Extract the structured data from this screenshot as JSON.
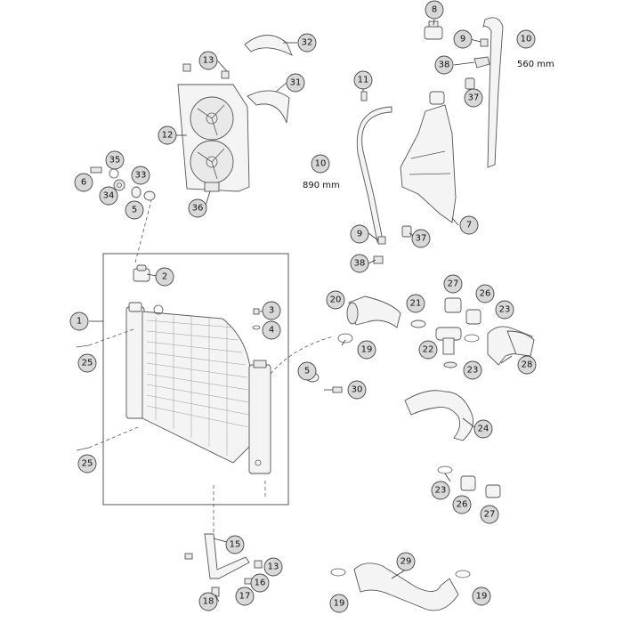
{
  "diagram": {
    "callouts": {
      "c1": "1",
      "c2": "2",
      "c3": "3",
      "c4": "4",
      "c5a": "5",
      "c5b": "5",
      "c6": "6",
      "c7": "7",
      "c8": "8",
      "c9a": "9",
      "c9b": "9",
      "c10a": "10",
      "c10b": "10",
      "c11": "11",
      "c12": "12",
      "c13a": "13",
      "c13b": "13",
      "c15": "15",
      "c16": "16",
      "c17": "17",
      "c18": "18",
      "c19a": "19",
      "c19b": "19",
      "c19c": "19",
      "c20": "20",
      "c21": "21",
      "c22": "22",
      "c23a": "23",
      "c23b": "23",
      "c23c": "23",
      "c24": "24",
      "c25a": "25",
      "c25b": "25",
      "c26a": "26",
      "c26b": "26",
      "c27a": "27",
      "c27b": "27",
      "c28": "28",
      "c29": "29",
      "c30": "30",
      "c31": "31",
      "c32": "32",
      "c33": "33",
      "c34": "34",
      "c35": "35",
      "c36": "36",
      "c37a": "37",
      "c37b": "37",
      "c38a": "38",
      "c38b": "38"
    },
    "notes": {
      "hose_length_short": "560 mm",
      "hose_length_long": "890 mm"
    }
  }
}
